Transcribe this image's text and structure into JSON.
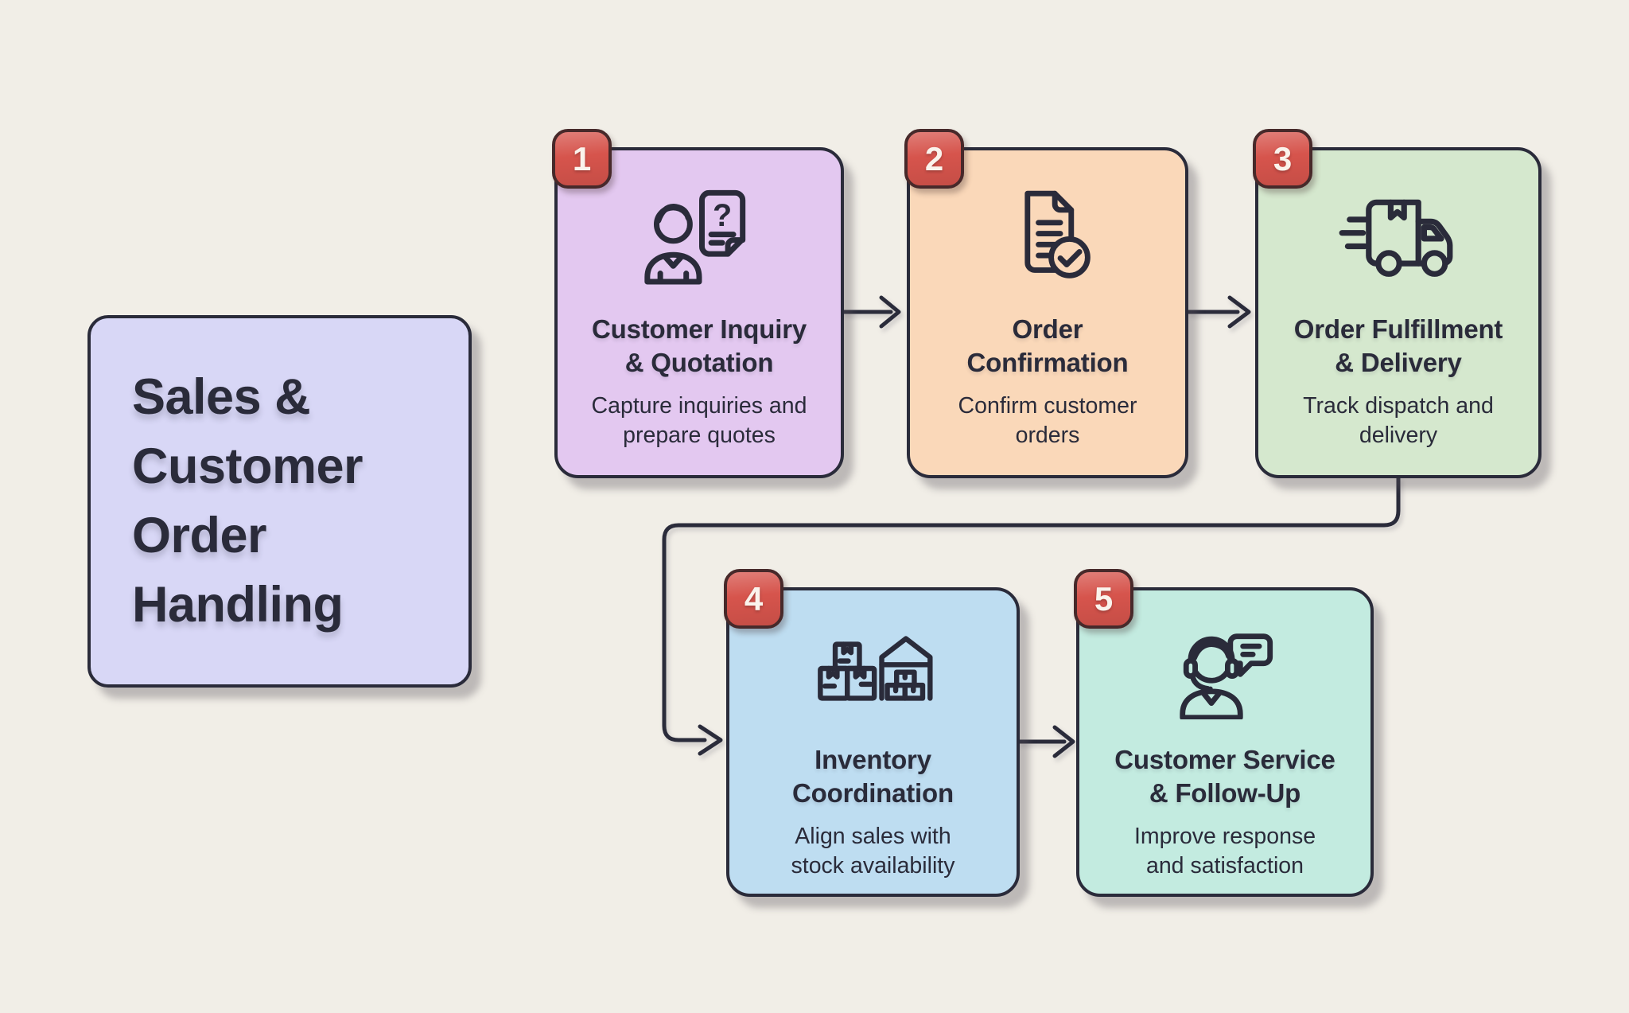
{
  "canvas": {
    "background": "#F1EEE7",
    "ink": "#2A2B3A"
  },
  "title_card": {
    "label": "Sales &\nCustomer\nOrder\nHandling",
    "fill": "#D8D7F6"
  },
  "badge": {
    "fill": "#D6544C",
    "border": "#47292A",
    "text": "#FAF3EC"
  },
  "steps": [
    {
      "number": "1",
      "title": "Customer Inquiry\n& Quotation",
      "description": "Capture inquiries and\nprepare quotes",
      "fill": "#E3C8F0",
      "icon": "person-inquiry-document"
    },
    {
      "number": "2",
      "title": "Order\nConfirmation",
      "description": "Confirm customer\norders",
      "fill": "#FAD8B9",
      "icon": "document-check"
    },
    {
      "number": "3",
      "title": "Order Fulfillment\n& Delivery",
      "description": "Track dispatch and\ndelivery",
      "fill": "#D5E8CE",
      "icon": "delivery-truck"
    },
    {
      "number": "4",
      "title": "Inventory\nCoordination",
      "description": "Align sales with\nstock availability",
      "fill": "#BEDDF1",
      "icon": "warehouse-boxes"
    },
    {
      "number": "5",
      "title": "Customer Service\n& Follow-Up",
      "description": "Improve response\nand satisfaction",
      "fill": "#C3EBE0",
      "icon": "support-agent"
    }
  ],
  "glyphs": {
    "question_mark": "?"
  }
}
